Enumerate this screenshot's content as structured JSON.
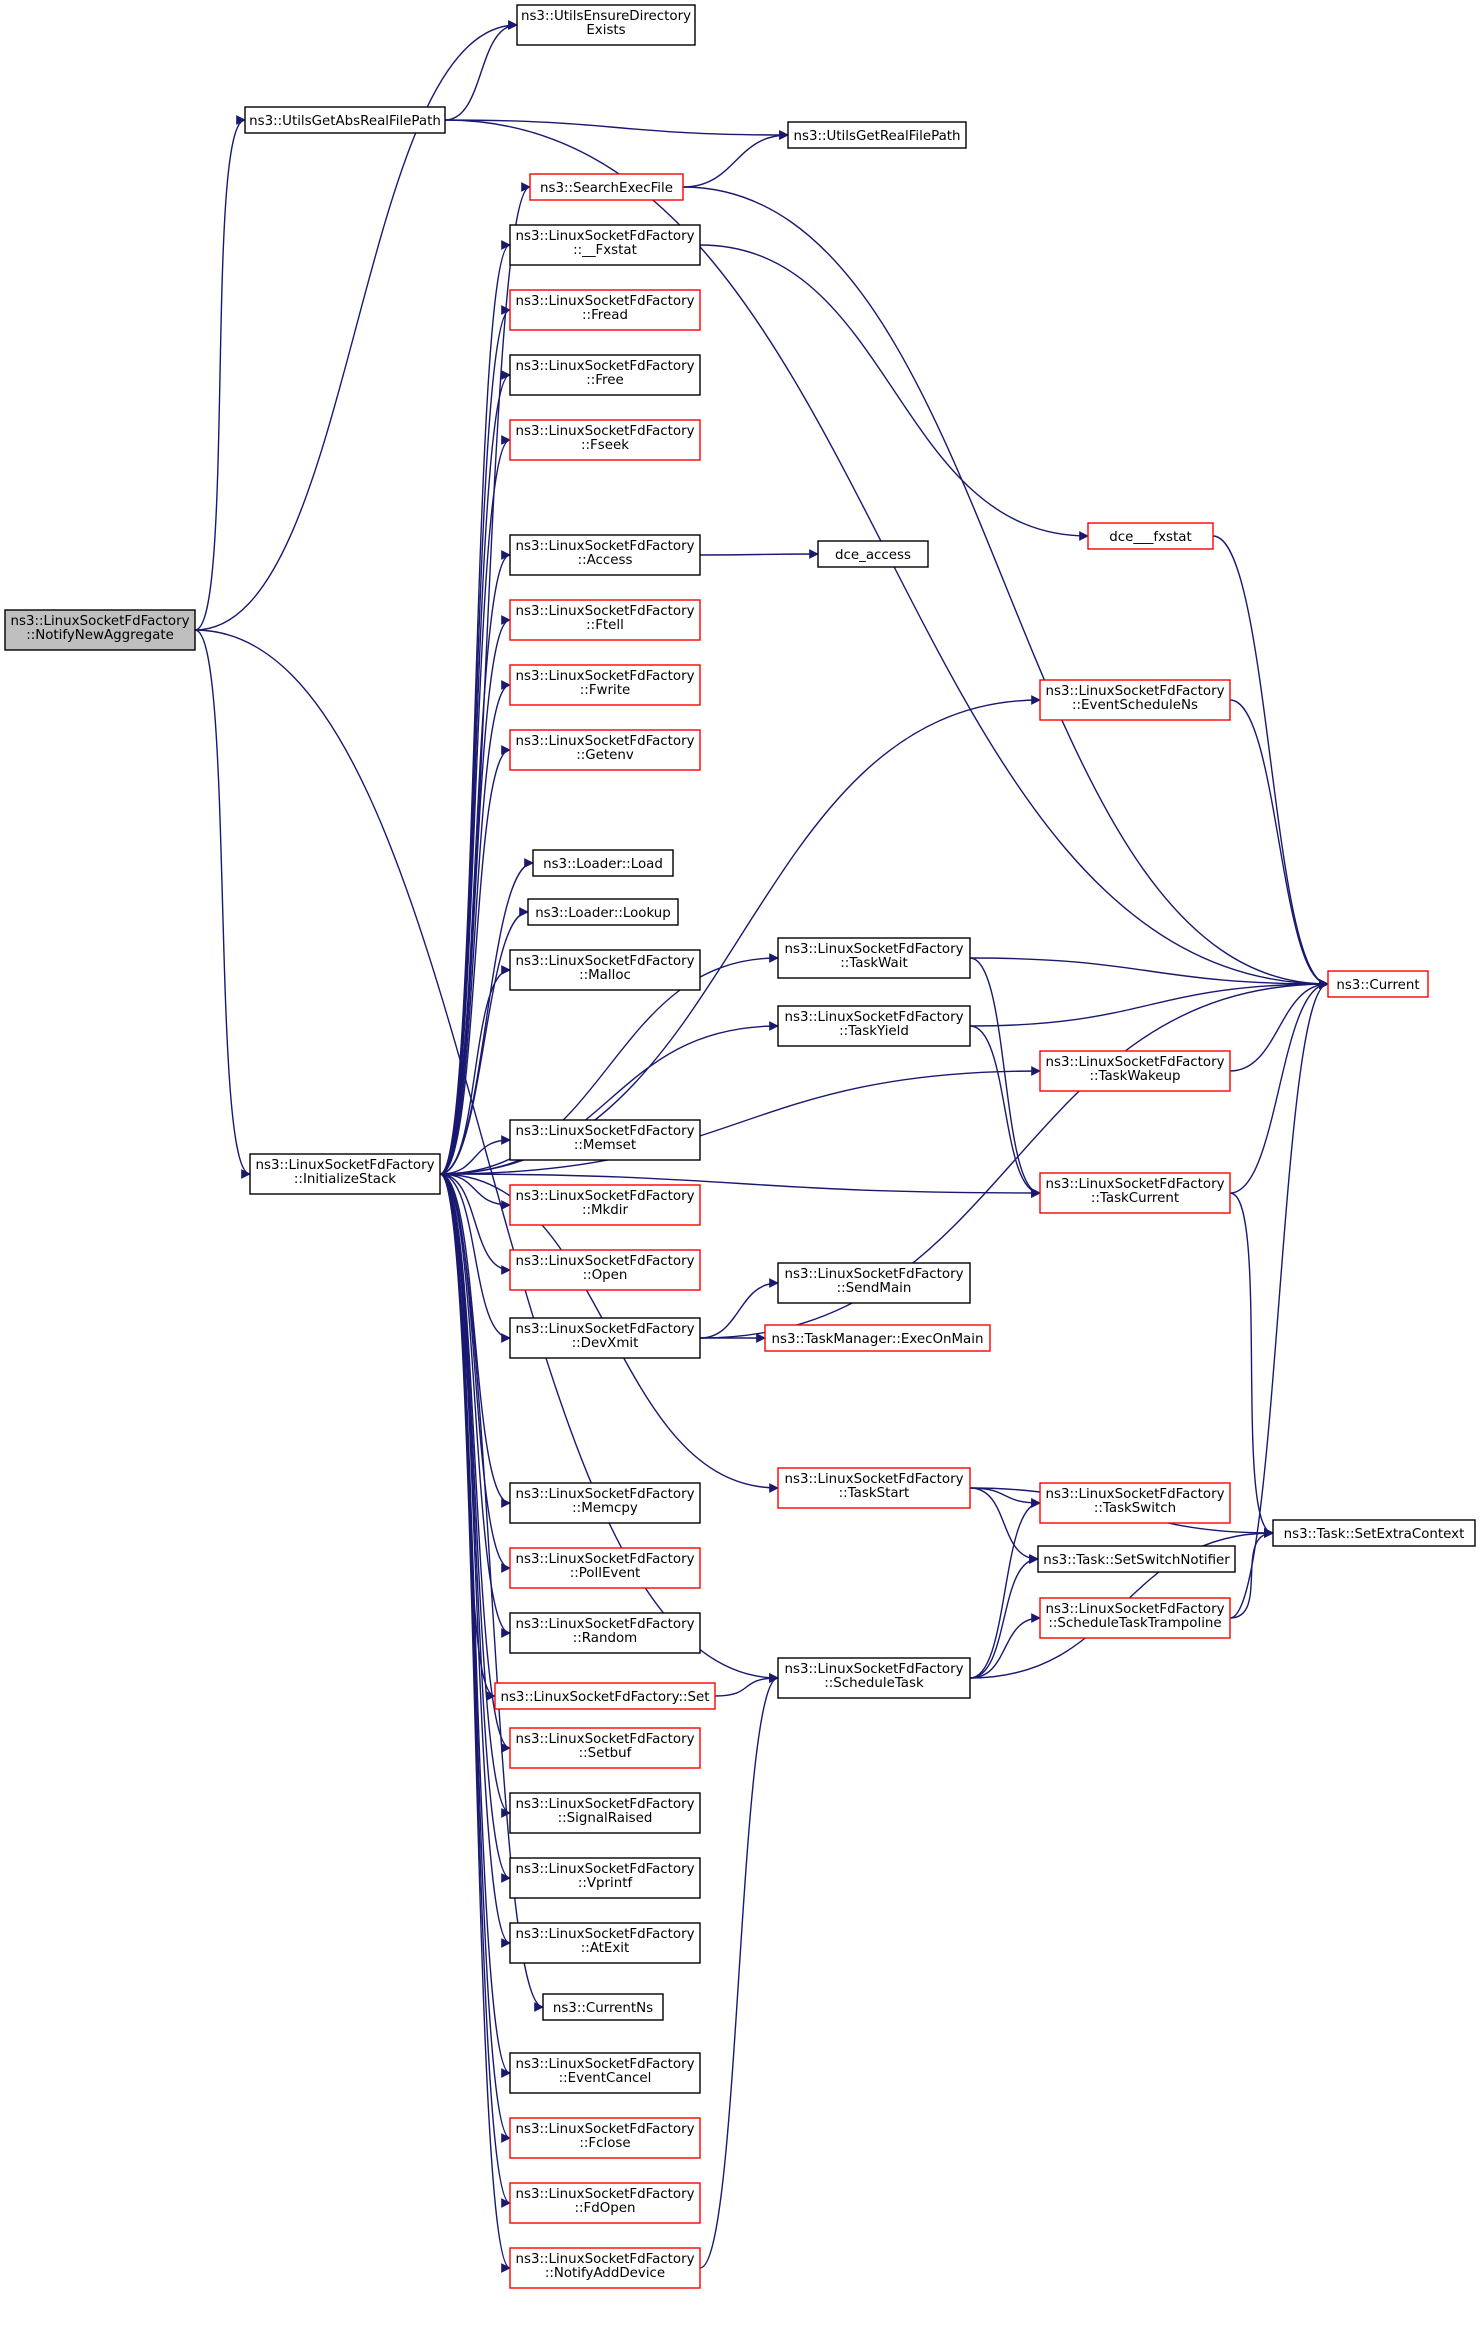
{
  "colors": {
    "edge": "#191970",
    "border_black": "#000000",
    "border_red": "#ff0000",
    "focus_fill": "#bfbfbf",
    "node_fill": "#ffffff"
  },
  "nodes": {
    "notify_new_aggregate": {
      "lines": [
        "ns3::LinuxSocketFdFactory",
        "::NotifyNewAggregate"
      ],
      "border": "black",
      "focus": true
    },
    "utils_ensure_dir": {
      "lines": [
        "ns3::UtilsEnsureDirectory",
        "Exists"
      ],
      "border": "black"
    },
    "utils_get_abs_real_file_path": {
      "lines": [
        "ns3::UtilsGetAbsRealFilePath"
      ],
      "border": "black"
    },
    "utils_get_real_file_path": {
      "lines": [
        "ns3::UtilsGetRealFilePath"
      ],
      "border": "black"
    },
    "search_exec_file": {
      "lines": [
        "ns3::SearchExecFile"
      ],
      "border": "red"
    },
    "fxstat": {
      "lines": [
        "ns3::LinuxSocketFdFactory",
        "::__Fxstat"
      ],
      "border": "black"
    },
    "fread": {
      "lines": [
        "ns3::LinuxSocketFdFactory",
        "::Fread"
      ],
      "border": "red"
    },
    "free": {
      "lines": [
        "ns3::LinuxSocketFdFactory",
        "::Free"
      ],
      "border": "black"
    },
    "fseek": {
      "lines": [
        "ns3::LinuxSocketFdFactory",
        "::Fseek"
      ],
      "border": "red"
    },
    "dce_fxstat": {
      "lines": [
        "dce___fxstat"
      ],
      "border": "red"
    },
    "access": {
      "lines": [
        "ns3::LinuxSocketFdFactory",
        "::Access"
      ],
      "border": "black"
    },
    "dce_access": {
      "lines": [
        "dce_access"
      ],
      "border": "black"
    },
    "ftell": {
      "lines": [
        "ns3::LinuxSocketFdFactory",
        "::Ftell"
      ],
      "border": "red"
    },
    "event_schedule_ns": {
      "lines": [
        "ns3::LinuxSocketFdFactory",
        "::EventScheduleNs"
      ],
      "border": "red"
    },
    "fwrite": {
      "lines": [
        "ns3::LinuxSocketFdFactory",
        "::Fwrite"
      ],
      "border": "red"
    },
    "getenv": {
      "lines": [
        "ns3::LinuxSocketFdFactory",
        "::Getenv"
      ],
      "border": "red"
    },
    "loader_load": {
      "lines": [
        "ns3::Loader::Load"
      ],
      "border": "black"
    },
    "loader_lookup": {
      "lines": [
        "ns3::Loader::Lookup"
      ],
      "border": "black"
    },
    "task_wait": {
      "lines": [
        "ns3::LinuxSocketFdFactory",
        "::TaskWait"
      ],
      "border": "black"
    },
    "malloc": {
      "lines": [
        "ns3::LinuxSocketFdFactory",
        "::Malloc"
      ],
      "border": "black"
    },
    "current": {
      "lines": [
        "ns3::Current"
      ],
      "border": "red"
    },
    "task_yield": {
      "lines": [
        "ns3::LinuxSocketFdFactory",
        "::TaskYield"
      ],
      "border": "black"
    },
    "task_wakeup": {
      "lines": [
        "ns3::LinuxSocketFdFactory",
        "::TaskWakeup"
      ],
      "border": "red"
    },
    "initialize_stack": {
      "lines": [
        "ns3::LinuxSocketFdFactory",
        "::InitializeStack"
      ],
      "border": "black"
    },
    "memset": {
      "lines": [
        "ns3::LinuxSocketFdFactory",
        "::Memset"
      ],
      "border": "black"
    },
    "task_current": {
      "lines": [
        "ns3::LinuxSocketFdFactory",
        "::TaskCurrent"
      ],
      "border": "red"
    },
    "mkdir": {
      "lines": [
        "ns3::LinuxSocketFdFactory",
        "::Mkdir"
      ],
      "border": "red"
    },
    "open": {
      "lines": [
        "ns3::LinuxSocketFdFactory",
        "::Open"
      ],
      "border": "red"
    },
    "send_main": {
      "lines": [
        "ns3::LinuxSocketFdFactory",
        "::SendMain"
      ],
      "border": "black"
    },
    "dev_xmit": {
      "lines": [
        "ns3::LinuxSocketFdFactory",
        "::DevXmit"
      ],
      "border": "black"
    },
    "exec_on_main": {
      "lines": [
        "ns3::TaskManager::ExecOnMain"
      ],
      "border": "red"
    },
    "task_start": {
      "lines": [
        "ns3::LinuxSocketFdFactory",
        "::TaskStart"
      ],
      "border": "red"
    },
    "memcpy": {
      "lines": [
        "ns3::LinuxSocketFdFactory",
        "::Memcpy"
      ],
      "border": "black"
    },
    "task_switch": {
      "lines": [
        "ns3::LinuxSocketFdFactory",
        "::TaskSwitch"
      ],
      "border": "red"
    },
    "set_extra_context": {
      "lines": [
        "ns3::Task::SetExtraContext"
      ],
      "border": "black"
    },
    "set_switch_notifier": {
      "lines": [
        "ns3::Task::SetSwitchNotifier"
      ],
      "border": "black"
    },
    "poll_event": {
      "lines": [
        "ns3::LinuxSocketFdFactory",
        "::PollEvent"
      ],
      "border": "red"
    },
    "schedule_task_trampoline": {
      "lines": [
        "ns3::LinuxSocketFdFactory",
        "::ScheduleTaskTrampoline"
      ],
      "border": "red"
    },
    "random": {
      "lines": [
        "ns3::LinuxSocketFdFactory",
        "::Random"
      ],
      "border": "black"
    },
    "set": {
      "lines": [
        "ns3::LinuxSocketFdFactory::Set"
      ],
      "border": "red"
    },
    "schedule_task": {
      "lines": [
        "ns3::LinuxSocketFdFactory",
        "::ScheduleTask"
      ],
      "border": "black"
    },
    "setbuf": {
      "lines": [
        "ns3::LinuxSocketFdFactory",
        "::Setbuf"
      ],
      "border": "red"
    },
    "signal_raised": {
      "lines": [
        "ns3::LinuxSocketFdFactory",
        "::SignalRaised"
      ],
      "border": "black"
    },
    "vprintf": {
      "lines": [
        "ns3::LinuxSocketFdFactory",
        "::Vprintf"
      ],
      "border": "black"
    },
    "at_exit": {
      "lines": [
        "ns3::LinuxSocketFdFactory",
        "::AtExit"
      ],
      "border": "black"
    },
    "current_ns": {
      "lines": [
        "ns3::CurrentNs"
      ],
      "border": "black"
    },
    "event_cancel": {
      "lines": [
        "ns3::LinuxSocketFdFactory",
        "::EventCancel"
      ],
      "border": "black"
    },
    "fclose": {
      "lines": [
        "ns3::LinuxSocketFdFactory",
        "::Fclose"
      ],
      "border": "red"
    },
    "fd_open": {
      "lines": [
        "ns3::LinuxSocketFdFactory",
        "::FdOpen"
      ],
      "border": "red"
    },
    "notify_add_device": {
      "lines": [
        "ns3::LinuxSocketFdFactory",
        "::NotifyAddDevice"
      ],
      "border": "red"
    }
  },
  "edges": [
    [
      "notify_new_aggregate",
      "utils_ensure_dir"
    ],
    [
      "notify_new_aggregate",
      "utils_get_abs_real_file_path"
    ],
    [
      "notify_new_aggregate",
      "initialize_stack"
    ],
    [
      "notify_new_aggregate",
      "schedule_task"
    ],
    [
      "utils_get_abs_real_file_path",
      "utils_ensure_dir"
    ],
    [
      "utils_get_abs_real_file_path",
      "utils_get_real_file_path"
    ],
    [
      "utils_get_abs_real_file_path",
      "current"
    ],
    [
      "search_exec_file",
      "utils_get_real_file_path"
    ],
    [
      "search_exec_file",
      "current"
    ],
    [
      "fxstat",
      "dce_fxstat"
    ],
    [
      "dce_fxstat",
      "current"
    ],
    [
      "access",
      "dce_access"
    ],
    [
      "event_schedule_ns",
      "current"
    ],
    [
      "task_wait",
      "current"
    ],
    [
      "task_wait",
      "task_current"
    ],
    [
      "task_yield",
      "current"
    ],
    [
      "task_yield",
      "task_current"
    ],
    [
      "task_wakeup",
      "current"
    ],
    [
      "task_current",
      "current"
    ],
    [
      "task_current",
      "set_extra_context"
    ],
    [
      "dev_xmit",
      "current"
    ],
    [
      "dev_xmit",
      "send_main"
    ],
    [
      "dev_xmit",
      "exec_on_main"
    ],
    [
      "task_start",
      "set_extra_context"
    ],
    [
      "task_start",
      "task_switch"
    ],
    [
      "task_start",
      "set_switch_notifier"
    ],
    [
      "schedule_task_trampoline",
      "current"
    ],
    [
      "schedule_task_trampoline",
      "set_extra_context"
    ],
    [
      "set",
      "schedule_task"
    ],
    [
      "schedule_task",
      "task_switch"
    ],
    [
      "schedule_task",
      "set_switch_notifier"
    ],
    [
      "schedule_task",
      "schedule_task_trampoline"
    ],
    [
      "schedule_task",
      "set_extra_context"
    ],
    [
      "notify_add_device",
      "schedule_task"
    ],
    [
      "initialize_stack",
      "search_exec_file"
    ],
    [
      "initialize_stack",
      "fxstat"
    ],
    [
      "initialize_stack",
      "fread"
    ],
    [
      "initialize_stack",
      "free"
    ],
    [
      "initialize_stack",
      "fseek"
    ],
    [
      "initialize_stack",
      "access"
    ],
    [
      "initialize_stack",
      "event_schedule_ns"
    ],
    [
      "initialize_stack",
      "ftell"
    ],
    [
      "initialize_stack",
      "fwrite"
    ],
    [
      "initialize_stack",
      "getenv"
    ],
    [
      "initialize_stack",
      "task_wait"
    ],
    [
      "initialize_stack",
      "loader_load"
    ],
    [
      "initialize_stack",
      "loader_lookup"
    ],
    [
      "initialize_stack",
      "malloc"
    ],
    [
      "initialize_stack",
      "task_yield"
    ],
    [
      "initialize_stack",
      "task_wakeup"
    ],
    [
      "initialize_stack",
      "memset"
    ],
    [
      "initialize_stack",
      "mkdir"
    ],
    [
      "initialize_stack",
      "open"
    ],
    [
      "initialize_stack",
      "dev_xmit"
    ],
    [
      "initialize_stack",
      "task_current"
    ],
    [
      "initialize_stack",
      "task_start"
    ],
    [
      "initialize_stack",
      "memcpy"
    ],
    [
      "initialize_stack",
      "poll_event"
    ],
    [
      "initialize_stack",
      "random"
    ],
    [
      "initialize_stack",
      "set"
    ],
    [
      "initialize_stack",
      "setbuf"
    ],
    [
      "initialize_stack",
      "signal_raised"
    ],
    [
      "initialize_stack",
      "vprintf"
    ],
    [
      "initialize_stack",
      "at_exit"
    ],
    [
      "initialize_stack",
      "current_ns"
    ],
    [
      "initialize_stack",
      "event_cancel"
    ],
    [
      "initialize_stack",
      "fclose"
    ],
    [
      "initialize_stack",
      "fd_open"
    ],
    [
      "initialize_stack",
      "notify_add_device"
    ]
  ]
}
